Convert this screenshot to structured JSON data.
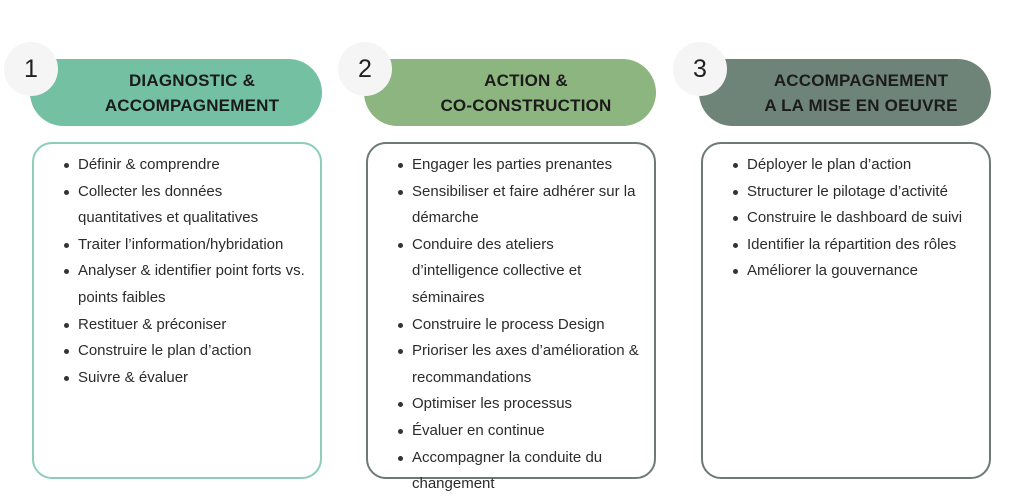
{
  "colors": {
    "step1_header": "#74c0a3",
    "step1_border": "#8ccfb4",
    "step2_header": "#8db57f",
    "step2_border": "#6e7a72",
    "step3_header": "#6f8478",
    "step3_border": "#6e7a72"
  },
  "steps": [
    {
      "number": "1",
      "title_line1": "DIAGNOSTIC &",
      "title_line2": "ACCOMPAGNEMENT",
      "items": [
        "Définir & comprendre",
        "Collecter les données quantitatives et qualitatives",
        "Traiter l’information/hybridation",
        "Analyser & identifier point forts vs. points faibles",
        "Restituer & préconiser",
        "Construire le plan d’action",
        "Suivre & évaluer"
      ]
    },
    {
      "number": "2",
      "title_line1": "ACTION &",
      "title_line2": "CO-CONSTRUCTION",
      "items": [
        "Engager les parties prenantes",
        "Sensibiliser et faire adhérer sur la démarche",
        "Conduire des ateliers d’intelligence collective et séminaires",
        "Construire le process Design",
        "Prioriser les axes d’amélioration & recommandations",
        "Optimiser les processus",
        "Évaluer en continue",
        "Accompagner la conduite du changement"
      ]
    },
    {
      "number": "3",
      "title_line1": "ACCOMPAGNEMENT",
      "title_line2": "A LA MISE EN OEUVRE",
      "items": [
        "Déployer le plan d’action",
        "Structurer le pilotage d’activité",
        "Construire le dashboard de suivi",
        "Identifier la répartition des rôles",
        "Améliorer la gouvernance"
      ]
    }
  ]
}
